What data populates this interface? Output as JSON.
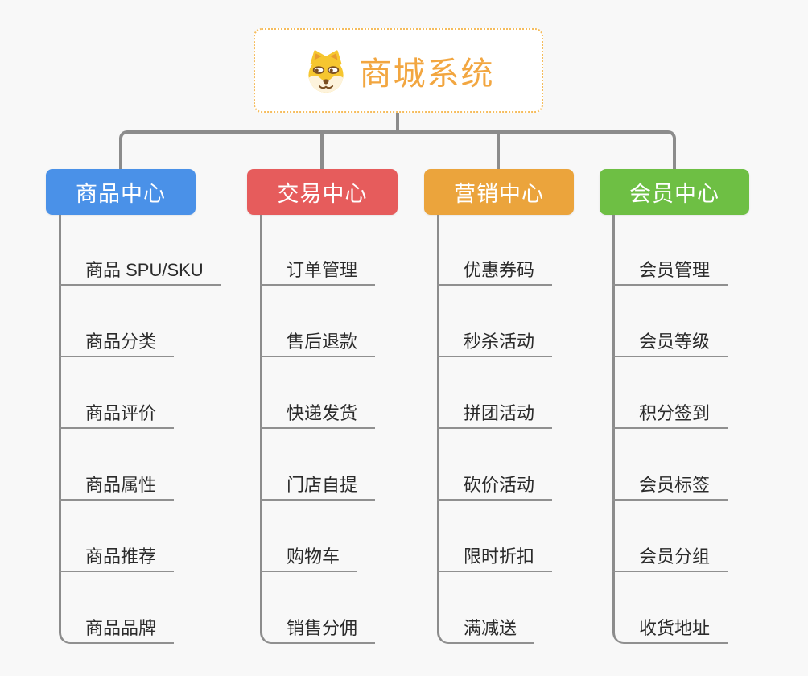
{
  "root": {
    "title": "商城系统",
    "icon": "doge-icon"
  },
  "branches": [
    {
      "label": "商品中心",
      "color": "#4a91e8",
      "children": [
        "商品 SPU/SKU",
        "商品分类",
        "商品评价",
        "商品属性",
        "商品推荐",
        "商品品牌"
      ]
    },
    {
      "label": "交易中心",
      "color": "#e65c5c",
      "children": [
        "订单管理",
        "售后退款",
        "快递发货",
        "门店自提",
        "购物车",
        "销售分佣"
      ]
    },
    {
      "label": "营销中心",
      "color": "#eba43c",
      "children": [
        "优惠券码",
        "秒杀活动",
        "拼团活动",
        "砍价活动",
        "限时折扣",
        "满减送"
      ]
    },
    {
      "label": "会员中心",
      "color": "#6ebf44",
      "children": [
        "会员管理",
        "会员等级",
        "积分签到",
        "会员标签",
        "会员分组",
        "收货地址"
      ]
    }
  ],
  "colors": {
    "background": "#f8f8f8",
    "connector": "#8c8c8c",
    "root_border": "#f5bc5c",
    "root_text": "#f2a640",
    "leaf_text": "#2b2b2b"
  }
}
